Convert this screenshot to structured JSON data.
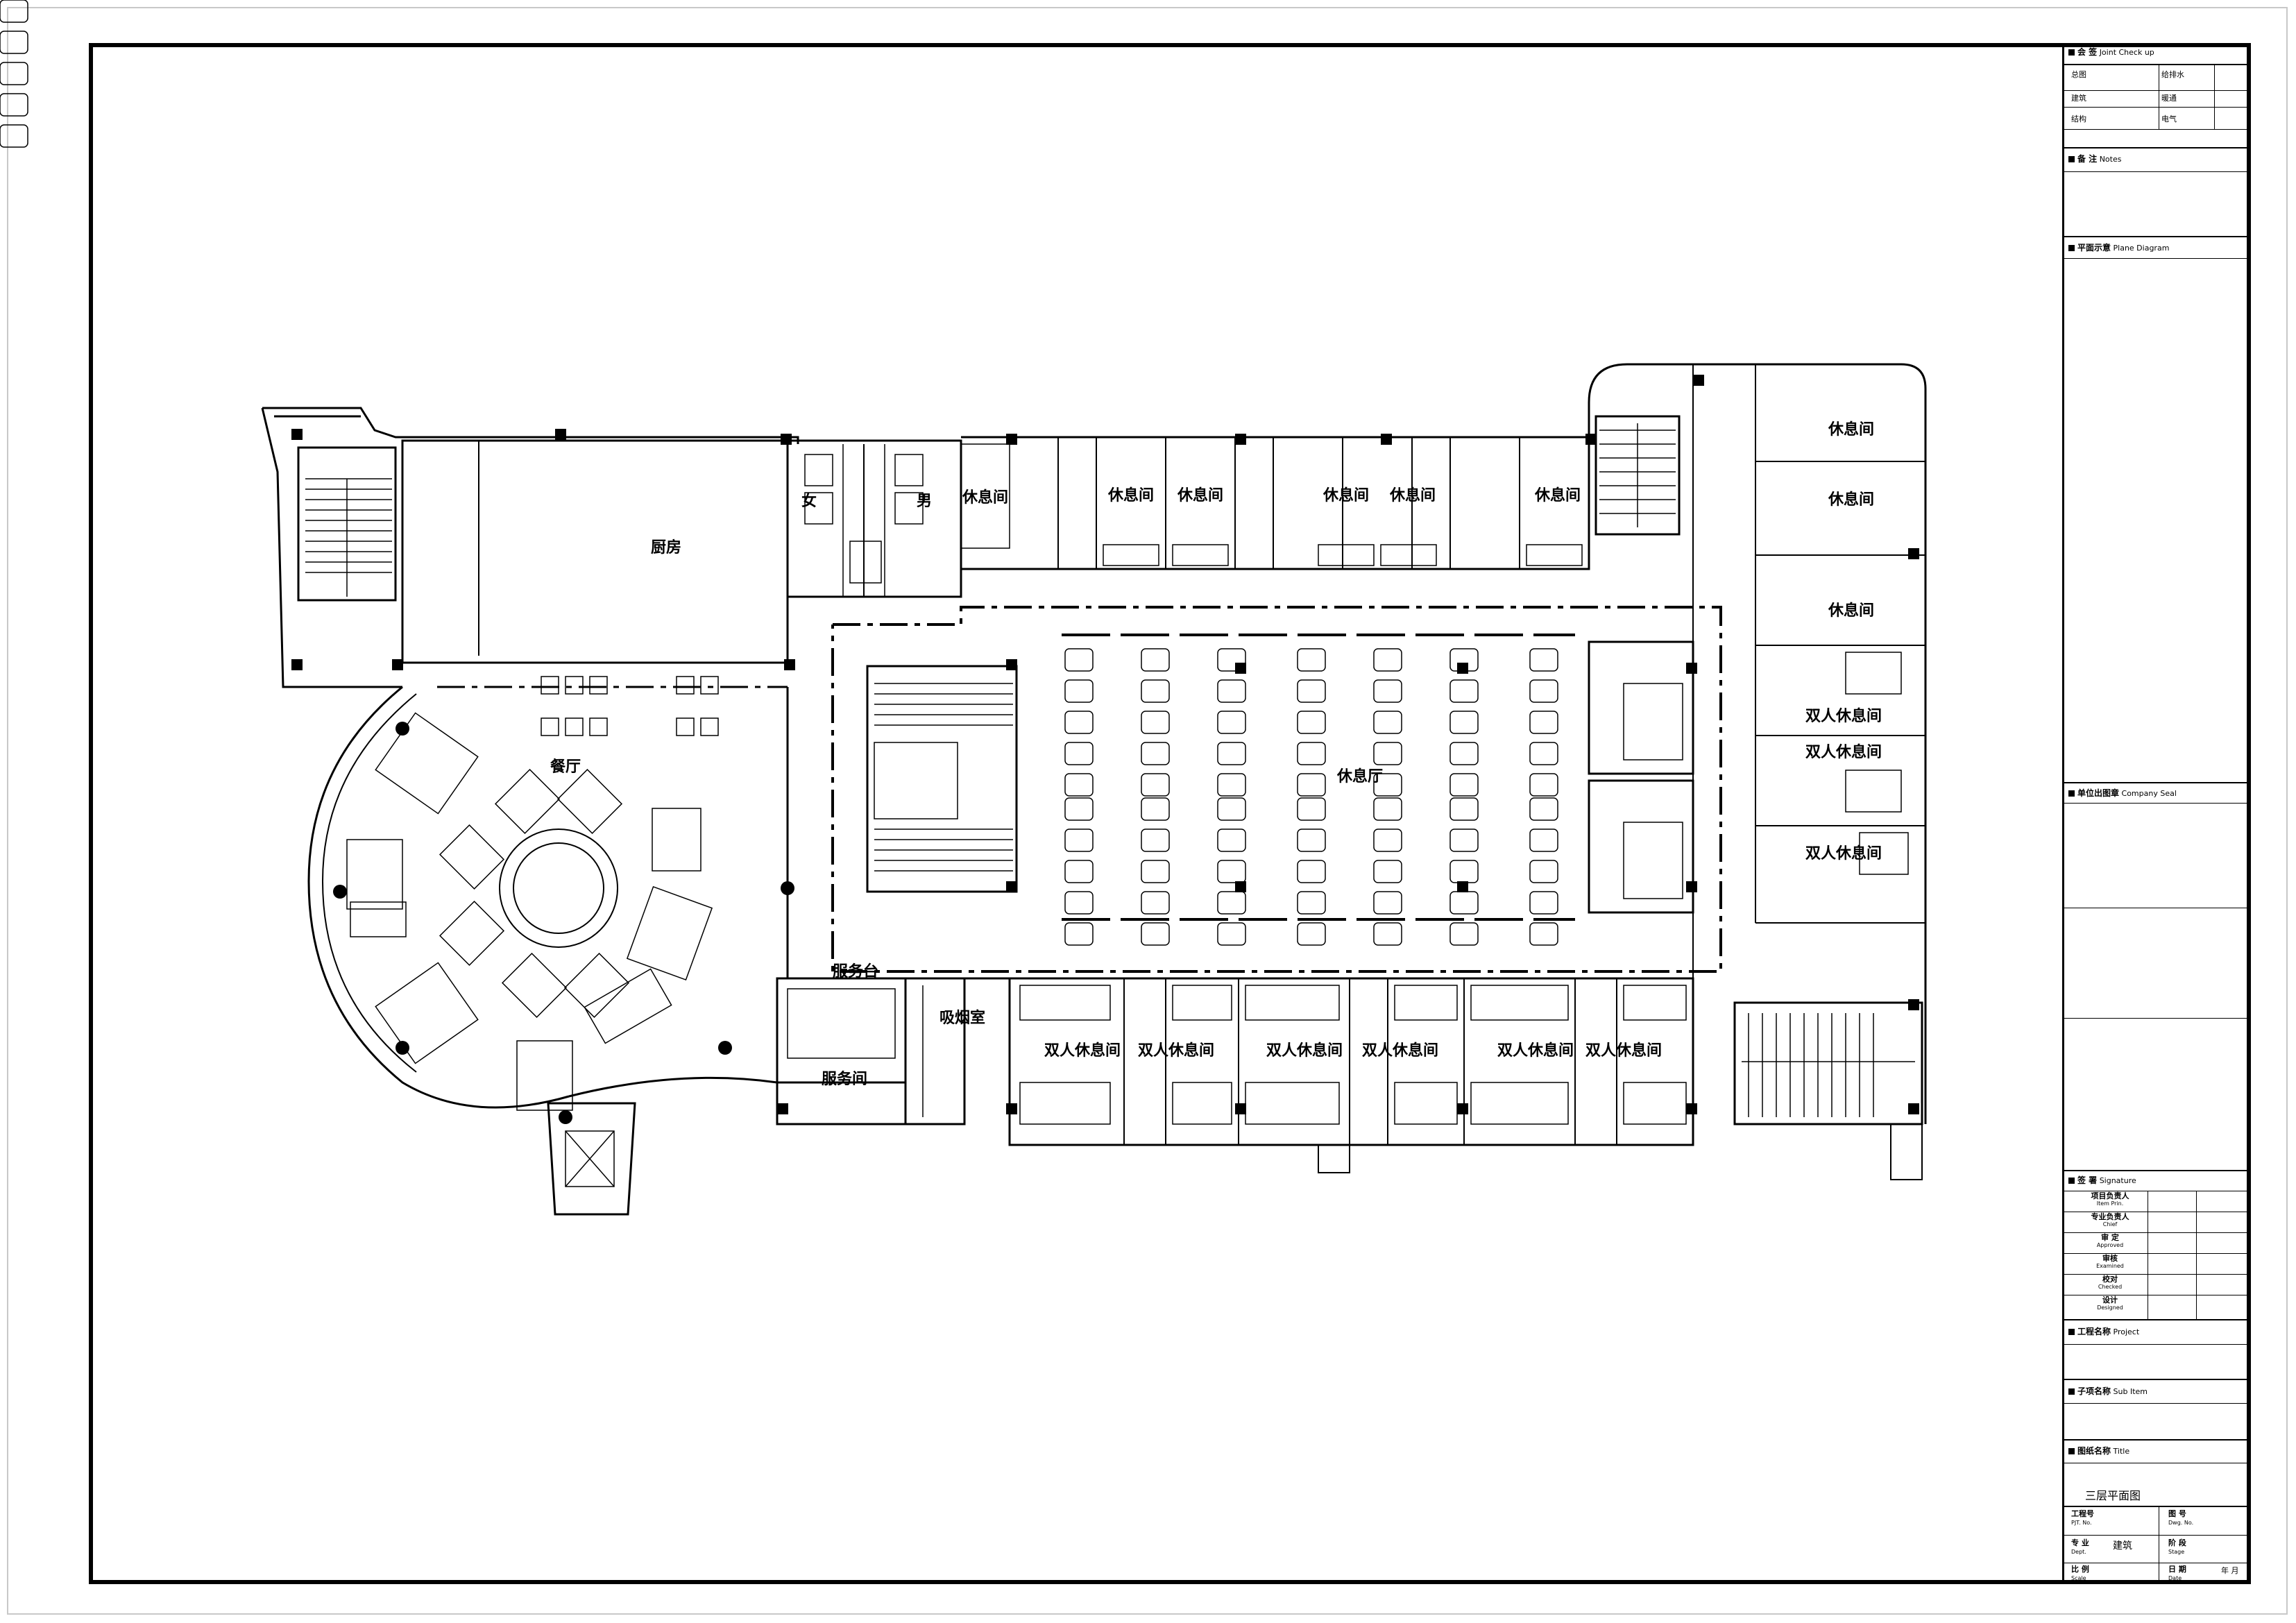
{
  "title_block": {
    "joint_check": {
      "label": "会 签",
      "en": "Joint Check up"
    },
    "check_cells": [
      {
        "left": "总图",
        "right": "给排水"
      },
      {
        "left": "建筑",
        "right": "暖通"
      },
      {
        "left": "结构",
        "right": "电气"
      }
    ],
    "notes": {
      "label": "备 注",
      "en": "Notes"
    },
    "plane_diagram": {
      "label": "平面示意",
      "en": "Plane Diagram"
    },
    "company_seal": {
      "label": "单位出图章",
      "en": "Company Seal"
    },
    "signature": {
      "label": "签 署",
      "en": "Signature"
    },
    "sign_rows": [
      {
        "cn": "项目负责人",
        "en": "Item Prin."
      },
      {
        "cn": "专业负责人",
        "en": "Chief"
      },
      {
        "cn": "审 定",
        "en": "Approved"
      },
      {
        "cn": "审核",
        "en": "Examined"
      },
      {
        "cn": "校对",
        "en": "Checked"
      },
      {
        "cn": "设计",
        "en": "Designed"
      }
    ],
    "project": {
      "label": "工程名称",
      "en": "Project"
    },
    "sub_item": {
      "label": "子项名称",
      "en": "Sub Item"
    },
    "title": {
      "label": "图纸名称",
      "en": "Title",
      "value": "三层平面图"
    },
    "bottom": {
      "pjt_no": {
        "cn": "工程号",
        "en": "PJT. No."
      },
      "dwg_no": {
        "cn": "图 号",
        "en": "Dwg. No."
      },
      "dept": {
        "cn": "专 业",
        "en": "Dept."
      },
      "dept_value": "建筑",
      "stage": {
        "cn": "阶 段",
        "en": "Stage"
      },
      "scale": {
        "cn": "比 例",
        "en": "Scale"
      },
      "date": {
        "cn": "日 期",
        "en": "Date"
      },
      "date_unit": "年 月"
    }
  },
  "rooms": {
    "kitchen": "厨房",
    "female": "女",
    "male": "男",
    "restaurant": "餐厅",
    "lounge": "休息厅",
    "service_desk": "服务台",
    "service_room": "服务间",
    "smoking_room": "吸烟室",
    "rest_room": "休息间",
    "double_rest_room": "双人休息间"
  }
}
